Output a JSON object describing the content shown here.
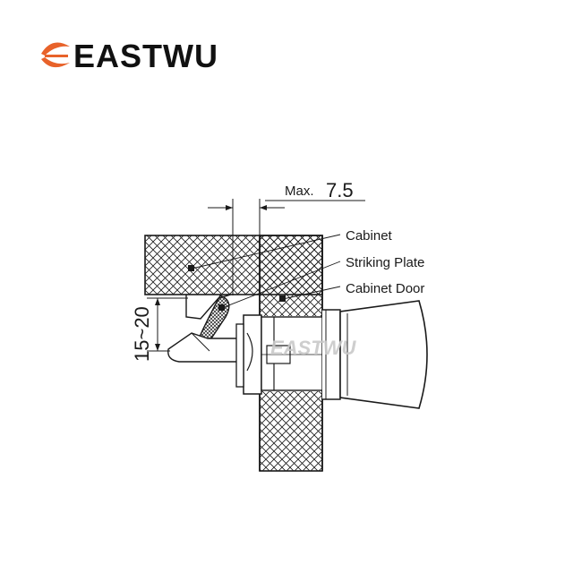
{
  "brand": {
    "name": "EASTWU",
    "logo_color": "#e8622a",
    "watermark": "EASTWU"
  },
  "labels": {
    "cabinet": "Cabinet",
    "striking_plate": "Striking Plate",
    "cabinet_door": "Cabinet Door"
  },
  "dimensions": {
    "max_prefix": "Max.",
    "max_value": "7.5",
    "height_range": "15~20"
  },
  "colors": {
    "line": "#1a1a1a",
    "hatch": "#1a1a1a",
    "background": "#ffffff"
  }
}
